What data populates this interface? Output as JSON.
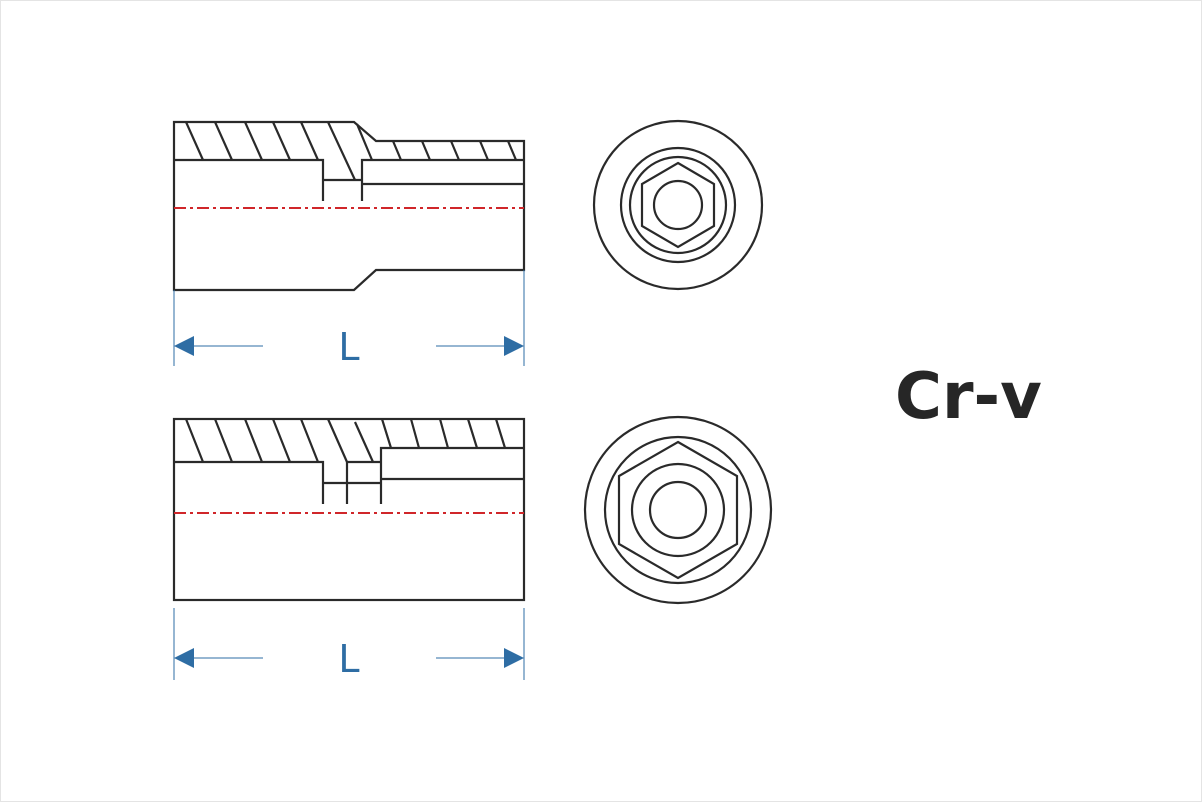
{
  "dimension_label_top": "L",
  "dimension_label_bottom": "L",
  "material_label": "Cr-v",
  "colors": {
    "outline": "#2a2a2a",
    "centerline": "#d0262a",
    "dimension": "#2e6da4"
  }
}
